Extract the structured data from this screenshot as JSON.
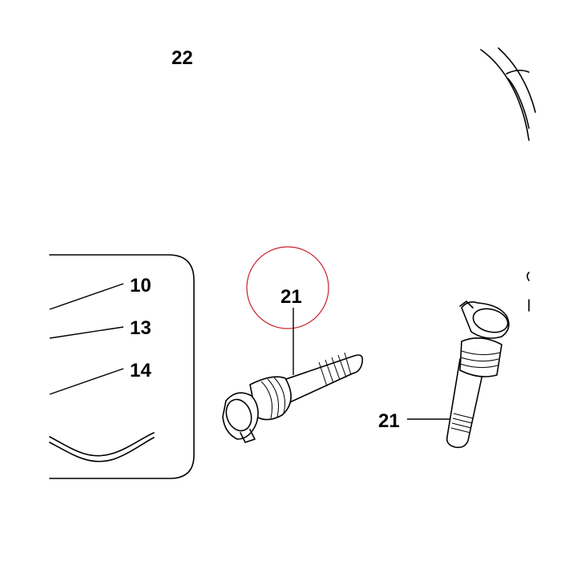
{
  "callouts": {
    "part_22": "22",
    "part_10": "10",
    "part_13": "13",
    "part_14": "14",
    "part_21_center": "21",
    "part_21_right": "21"
  },
  "highlight": {
    "color": "#c8202a",
    "target": "21"
  }
}
